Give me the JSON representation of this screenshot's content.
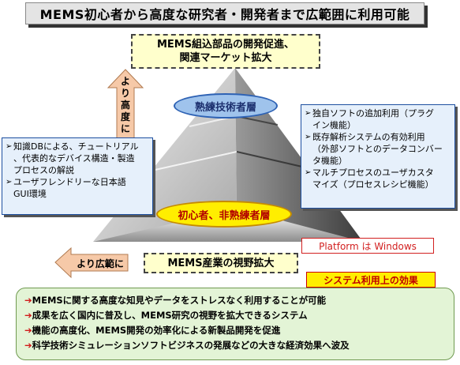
{
  "title": "MEMS初心者から高度な研究者・開発者まで広範囲に利用可能",
  "top_goal": {
    "line1": "MEMS組込部品の開発促進、",
    "line2": "関連マーケット拡大"
  },
  "up_arrow_label": [
    "よ",
    "り",
    "高",
    "度",
    "に"
  ],
  "left_arrow_label": "より広範に",
  "expert_layer": "熟練技術者層",
  "beginner_layer": "初心者、非熟練者層",
  "left_box": {
    "items": [
      {
        "lines": [
          "知識DBによる、チュートリアル",
          "、代表的なデバイス構造・製造",
          "プロセスの解説"
        ]
      },
      {
        "lines": [
          "ユーザフレンドリーな日本語",
          "GUI環境"
        ]
      }
    ]
  },
  "right_box": {
    "items": [
      {
        "lines": [
          "独自ソフトの追加利用（プラグ",
          "イン機能）"
        ]
      },
      {
        "lines": [
          "既存解析システムの有効利用",
          "（外部ソフトとのデータコンバー",
          "タ機能）"
        ]
      },
      {
        "lines": [
          "マルチプロセスのユーザカスタ",
          "マイズ（プロセスレシピ機能）"
        ]
      }
    ]
  },
  "platform_note": "Platform は Windows",
  "bottom_goal": "MEMS産業の視野拡大",
  "effects_label": "システム利用上の効果",
  "effects": [
    "MEMSに関する高度な知見やデータをストレスなく利用することが可能",
    "成果を広く国内に普及し、MEMS研究の視野を拡大できるシステム",
    "機能の高度化、MEMS開発の効率化による新製品開発を促進",
    "科学技術シミュレーションソフトビジネスの発展などの大きな経済効果へ波及"
  ],
  "colors": {
    "arrow_fill": "#f6c9a8",
    "pyramid_light": "#e0e0e0",
    "pyramid_dark": "#6e6e6e",
    "accent_red": "#d11a1a"
  }
}
